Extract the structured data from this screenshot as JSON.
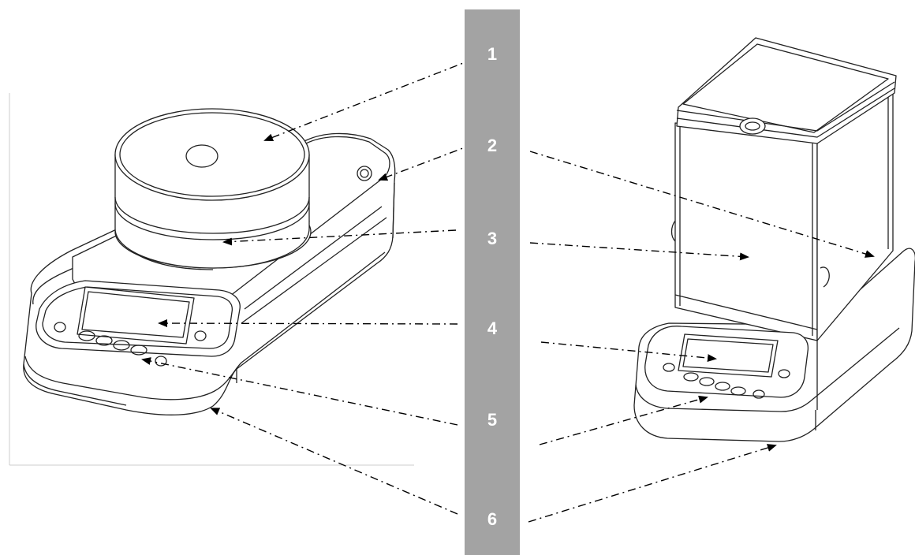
{
  "callouts": [
    {
      "id": 1,
      "label": "1"
    },
    {
      "id": 2,
      "label": "2"
    },
    {
      "id": 3,
      "label": "3"
    },
    {
      "id": 4,
      "label": "4"
    },
    {
      "id": 5,
      "label": "5"
    },
    {
      "id": 6,
      "label": "6"
    }
  ],
  "colors": {
    "bar": "#a3a3a3",
    "number_text": "#ffffff",
    "line": "#000000",
    "background": "#ffffff"
  }
}
